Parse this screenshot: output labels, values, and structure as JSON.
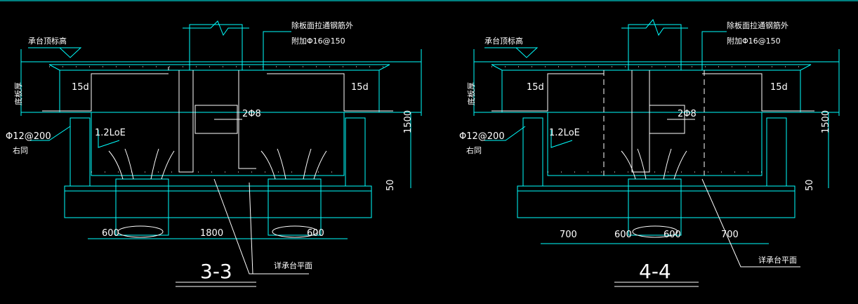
{
  "colors": {
    "background": "#000000",
    "lines": "#00ffff",
    "text": "#ffffff"
  },
  "left": {
    "label_top_elev": "承台顶标高",
    "label_slab": "底板厚",
    "label_rebar_note1": "除板面拉通钢筋外",
    "label_rebar_note2": "附加Φ16@150",
    "label_15d_a": "15d",
    "label_15d_b": "15d",
    "label_2phi8": "2Φ8",
    "label_lae": "1.2LoE",
    "label_phi12": "Φ12@200",
    "label_same": "右同",
    "dim_1500": "1500",
    "dim_50": "50",
    "dim_600_a": "600",
    "dim_1800": "1800",
    "dim_600_b": "600",
    "label_plan": "详承台平面",
    "section_title": "3-3"
  },
  "right": {
    "label_top_elev": "承台顶标高",
    "label_slab": "底板厚",
    "label_rebar_note1": "除板面拉通钢筋外",
    "label_rebar_note2": "附加Φ16@150",
    "label_15d_a": "15d",
    "label_15d_b": "15d",
    "label_2phi8": "2Φ8",
    "label_lae": "1.2LoE",
    "label_phi12": "Φ12@200",
    "label_same": "右同",
    "dim_1500": "1500",
    "dim_50": "50",
    "dim_700_a": "700",
    "dim_600_a": "600",
    "dim_600_b": "600",
    "dim_700_b": "700",
    "label_plan": "详承台平面",
    "section_title": "4-4"
  }
}
